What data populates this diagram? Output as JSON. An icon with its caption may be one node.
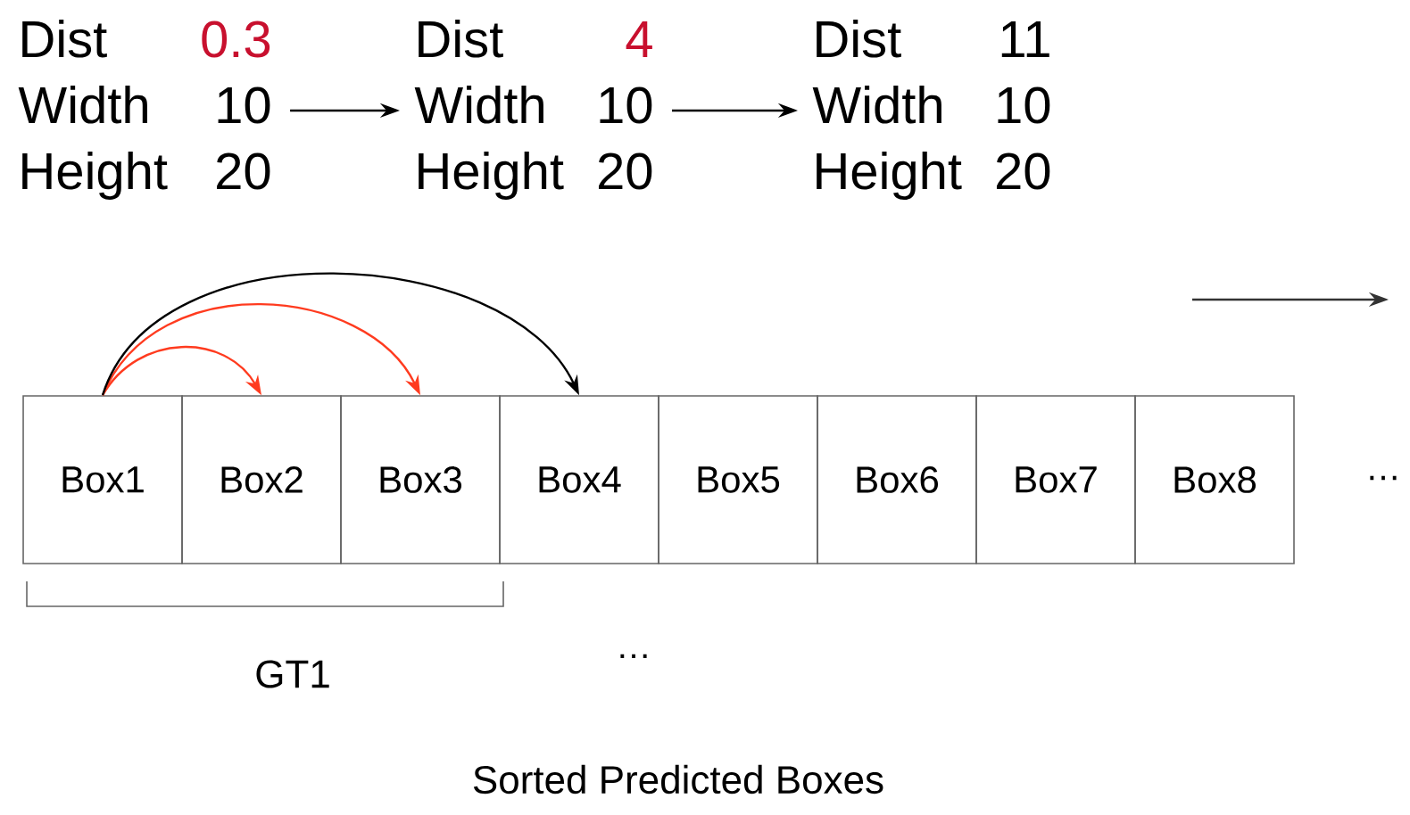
{
  "diagram": {
    "caption": "Sorted Predicted Boxes",
    "nodes": [
      {
        "text": [
          "Dist",
          "0.3",
          "Width",
          "10",
          "Height",
          "20"
        ]
      },
      {
        "text": [
          "Dist",
          "4",
          "Width",
          "10",
          "Height",
          "20"
        ]
      },
      {
        "text": [
          "Dist",
          "11",
          "Width",
          "10",
          "Height",
          "20"
        ]
      },
      {
        "text": [
          "Box1"
        ]
      },
      {
        "text": [
          "Box2"
        ]
      },
      {
        "text": [
          "Box3"
        ]
      },
      {
        "text": [
          "Box4"
        ]
      },
      {
        "text": [
          "Box5"
        ]
      },
      {
        "text": [
          "Box6"
        ]
      },
      {
        "text": [
          "Box7"
        ]
      },
      {
        "text": [
          "Box8"
        ]
      }
    ],
    "edges": [
      {
        "from": 0,
        "to": 1,
        "arrow": "to"
      },
      {
        "from": 1,
        "to": 2,
        "arrow": "to"
      },
      {
        "from": 3,
        "to": 4,
        "arrow": "to",
        "color": "#ff3b1f"
      },
      {
        "from": 3,
        "to": 5,
        "arrow": "to",
        "color": "#ff3b1f"
      },
      {
        "from": 3,
        "to": 6,
        "arrow": "to"
      }
    ],
    "labels": [
      "…",
      "GT1",
      "…"
    ]
  }
}
